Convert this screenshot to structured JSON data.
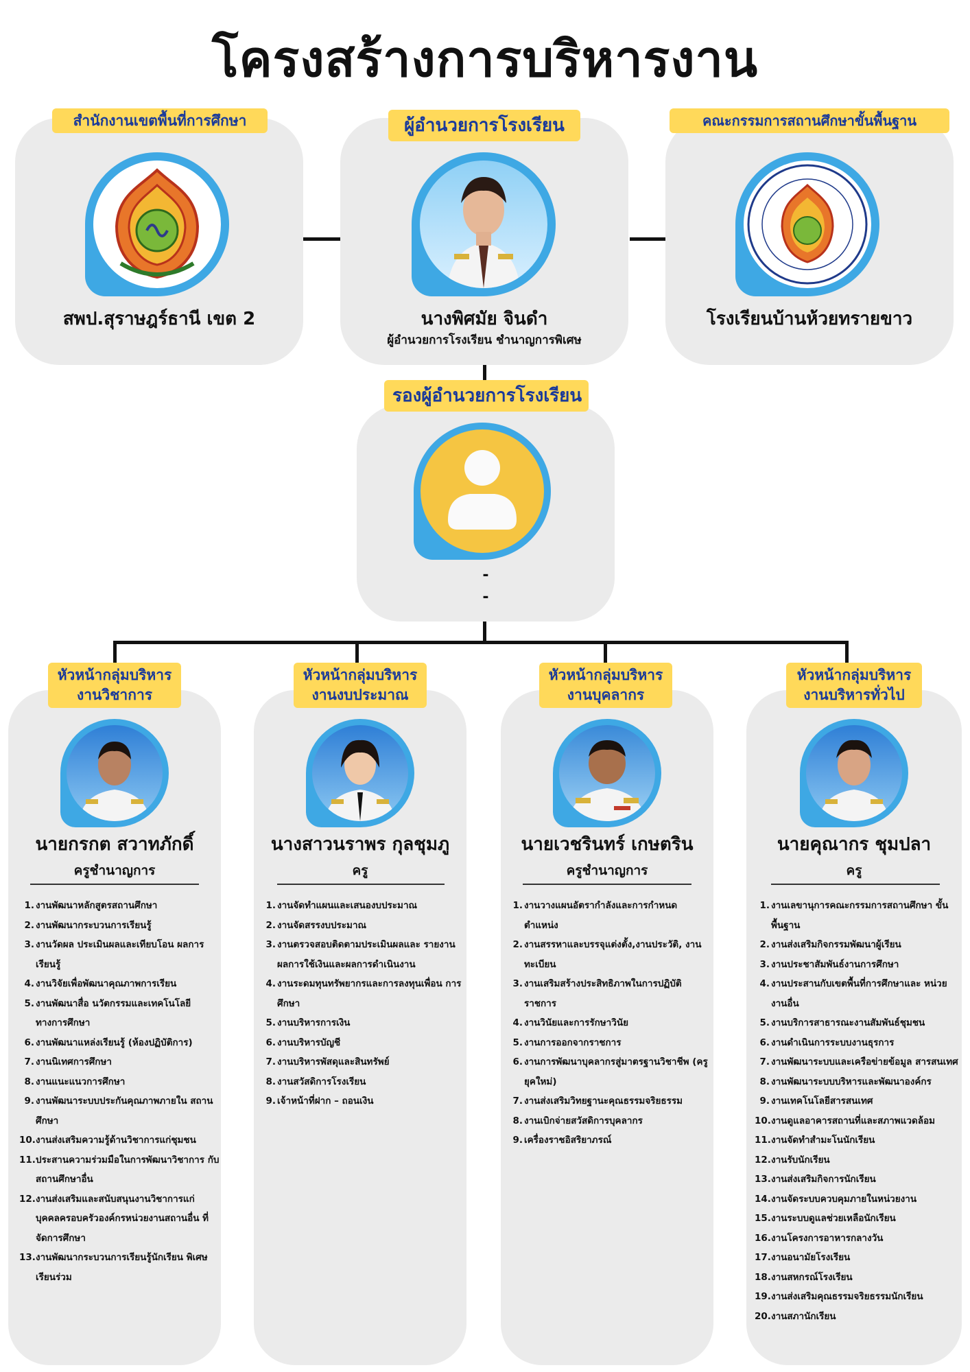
{
  "title": "โครงสร้างการบริหารงาน",
  "colors": {
    "panel": "#ebebeb",
    "tag_bg": "#ffd95a",
    "tag_text": "#1a3a9a",
    "photo_ring": "#3ea8e4"
  },
  "top": {
    "left": {
      "tag": "สำนักงานเขตพื้นที่การศึกษา",
      "name": "สพป.สุราษฎร์ธานี เขต 2",
      "icon": "office-seal-logo"
    },
    "center": {
      "tag": "ผู้อำนวยการโรงเรียน",
      "name": "นางพิศมัย จินดำ",
      "position": "ผู้อำนวยการโรงเรียน ชำนาญการพิเศษ"
    },
    "right": {
      "tag": "คณะกรรมการสถานศึกษาขั้นพื้นฐาน",
      "name": "โรงเรียนบ้านห้วยทรายขาว",
      "icon": "school-seal-logo"
    }
  },
  "deputy": {
    "tag": "รองผู้อำนวยการโรงเรียน",
    "name": "-",
    "position": "-",
    "icon": "user-avatar-icon"
  },
  "groups": [
    {
      "tag_line1": "หัวหน้ากลุ่มบริหาร",
      "tag_line2": "งานวิชาการ",
      "name": "นายกรกต  สวาทภักดิ์",
      "position": "ครูชำนาญการ",
      "duties": [
        {
          "n": "1.",
          "t": "งานพัฒนาหลักสูตรสถานศึกษา"
        },
        {
          "n": "2.",
          "t": "งานพัฒนากระบวนการเรียนรู้"
        },
        {
          "n": "3.",
          "t": "งานวัดผล ประเมินผลและเทียบโอน ผลการเรียนรู้"
        },
        {
          "n": "4.",
          "t": "งานวิจัยเพื่อพัฒนาคุณภาพการเรียน"
        },
        {
          "n": "5.",
          "t": "งานพัฒนาสื่อ นวัตกรรมและเทคโนโลยี ทางการศึกษา"
        },
        {
          "n": "6.",
          "t": "งานพัฒนาแหล่งเรียนรู้ (ห้องปฏิบัติการ)"
        },
        {
          "n": "7.",
          "t": "งานนิเทศการศึกษา"
        },
        {
          "n": "8.",
          "t": "งานแนะแนวการศึกษา"
        },
        {
          "n": "9.",
          "t": "งานพัฒนาระบบประกันคุณภาพภายใน สถานศึกษา"
        },
        {
          "n": "10.",
          "t": "งานส่งเสริมความรู้ด้านวิชาการแก่ชุมชน"
        },
        {
          "n": "11.",
          "t": "ประสานความร่วมมือในการพัฒนาวิชาการ กับสถานศึกษาอื่น"
        },
        {
          "n": "12.",
          "t": "งานส่งเสริมและสนับสนุนงานวิชาการแก่ บุคคลครอบครัวองค์กรหน่วยงานสถานอื่น ที่จัดการศึกษา"
        },
        {
          "n": "13.",
          "t": "งานพัฒนากระบวนการเรียนรู้นักเรียน พิเศษเรียนร่วม"
        }
      ]
    },
    {
      "tag_line1": "หัวหน้ากลุ่มบริหาร",
      "tag_line2": "งานงบประมาณ",
      "name": "นางสาวนราพร กุลชุมภู",
      "position": "ครู",
      "duties": [
        {
          "n": "1.",
          "t": "งานจัดทำแผนและเสนองบประมาณ"
        },
        {
          "n": "2.",
          "t": "งานจัดสรรงบประมาณ"
        },
        {
          "n": "3.",
          "t": "งานตรวจสอบติดตามประเมินผลและ รายงานผลการใช้เงินและผลการดำเนินงาน"
        },
        {
          "n": "4.",
          "t": "งานระดมทุนทรัพยากรและการลงทุนเพื่อน การศึกษา"
        },
        {
          "n": "5.",
          "t": "งานบริหารการเงิน"
        },
        {
          "n": "6.",
          "t": "งานบริหารบัญชี"
        },
        {
          "n": "7.",
          "t": "งานบริหารพัสดุและสินทรัพย์"
        },
        {
          "n": "8.",
          "t": "งานสวัสดิการโรงเรียน"
        },
        {
          "n": "9.",
          "t": "เจ้าหน้าที่ฝาก – ถอนเงิน"
        }
      ]
    },
    {
      "tag_line1": "หัวหน้ากลุ่มบริหาร",
      "tag_line2": "งานบุคลากร",
      "name": "นายเวชรินทร์ เกษตริน",
      "position": "ครูชำนาญการ",
      "duties": [
        {
          "n": "1.",
          "t": "งานวางแผนอัตรากำลังและการกำหนด ตำแหน่ง"
        },
        {
          "n": "2.",
          "t": "งานสรรหาและบรรจุแต่งตั้ง,งานประวัติ, งานทะเบียน"
        },
        {
          "n": "3.",
          "t": "งานเสริมสร้างประสิทธิภาพในการปฏิบัติ ราชการ"
        },
        {
          "n": "4.",
          "t": "งานวินัยและการรักษาวินัย"
        },
        {
          "n": "5.",
          "t": "งานการออกจากราชการ"
        },
        {
          "n": "6.",
          "t": "งานการพัฒนาบุคลากรสู่มาตรฐานวิชาชีพ (ครูยุคใหม่)"
        },
        {
          "n": "7.",
          "t": "งานส่งเสริมวิทยฐานะคุณธรรมจริยธรรม"
        },
        {
          "n": "8.",
          "t": "งานเบิกจ่ายสวัสดิการบุคลากร"
        },
        {
          "n": "9.",
          "t": "เครื่องราชอิสริยาภรณ์"
        }
      ]
    },
    {
      "tag_line1": "หัวหน้ากลุ่มบริหาร",
      "tag_line2": "งานบริหารทั่วไป",
      "name": "นายคุณากร ชุมปลา",
      "position": "ครู",
      "duties": [
        {
          "n": "1.",
          "t": "งานเลขานุการคณะกรรมการสถานศึกษา ขั้นพื้นฐาน"
        },
        {
          "n": "2.",
          "t": "งานส่งเสริมกิจกรรมพัฒนาผู้เรียน"
        },
        {
          "n": "3.",
          "t": "งานประชาสัมพันธ์งานการศึกษา"
        },
        {
          "n": "4.",
          "t": "งานประสานกับเขตพื้นที่การศึกษาและ หน่วยงานอื่น"
        },
        {
          "n": "5.",
          "t": "งานบริการสาธารณะงานสัมพันธ์ชุมชน"
        },
        {
          "n": "6.",
          "t": "งานดำเนินการระบบงานธุรการ"
        },
        {
          "n": "7.",
          "t": "งานพัฒนาระบบและเครือข่ายข้อมูล สารสนเทศ"
        },
        {
          "n": "8.",
          "t": "งานพัฒนาระบบบริหารและพัฒนาองค์กร"
        },
        {
          "n": "9.",
          "t": "งานเทคโนโลยีสารสนเทศ"
        },
        {
          "n": "10.",
          "t": "งานดูแลอาคารสถานที่และสภาพแวดล้อม"
        },
        {
          "n": "11.",
          "t": "งานจัดทำสำมะโนนักเรียน"
        },
        {
          "n": "12.",
          "t": "งานรับนักเรียน"
        },
        {
          "n": "13.",
          "t": "งานส่งเสริมกิจการนักเรียน"
        },
        {
          "n": "14.",
          "t": "งานจัดระบบควบคุมภายในหน่วยงาน"
        },
        {
          "n": "15.",
          "t": "งานระบบดูแลช่วยเหลือนักเรียน"
        },
        {
          "n": "16.",
          "t": "งานโครงการอาหารกลางวัน"
        },
        {
          "n": "17.",
          "t": "งานอนามัยโรงเรียน"
        },
        {
          "n": "18.",
          "t": "งานสหกรณ์โรงเรียน"
        },
        {
          "n": "19.",
          "t": "งานส่งเสริมคุณธรรมจริยธรรมนักเรียน"
        },
        {
          "n": "20.",
          "t": "งานสภานักเรียน"
        }
      ]
    }
  ]
}
